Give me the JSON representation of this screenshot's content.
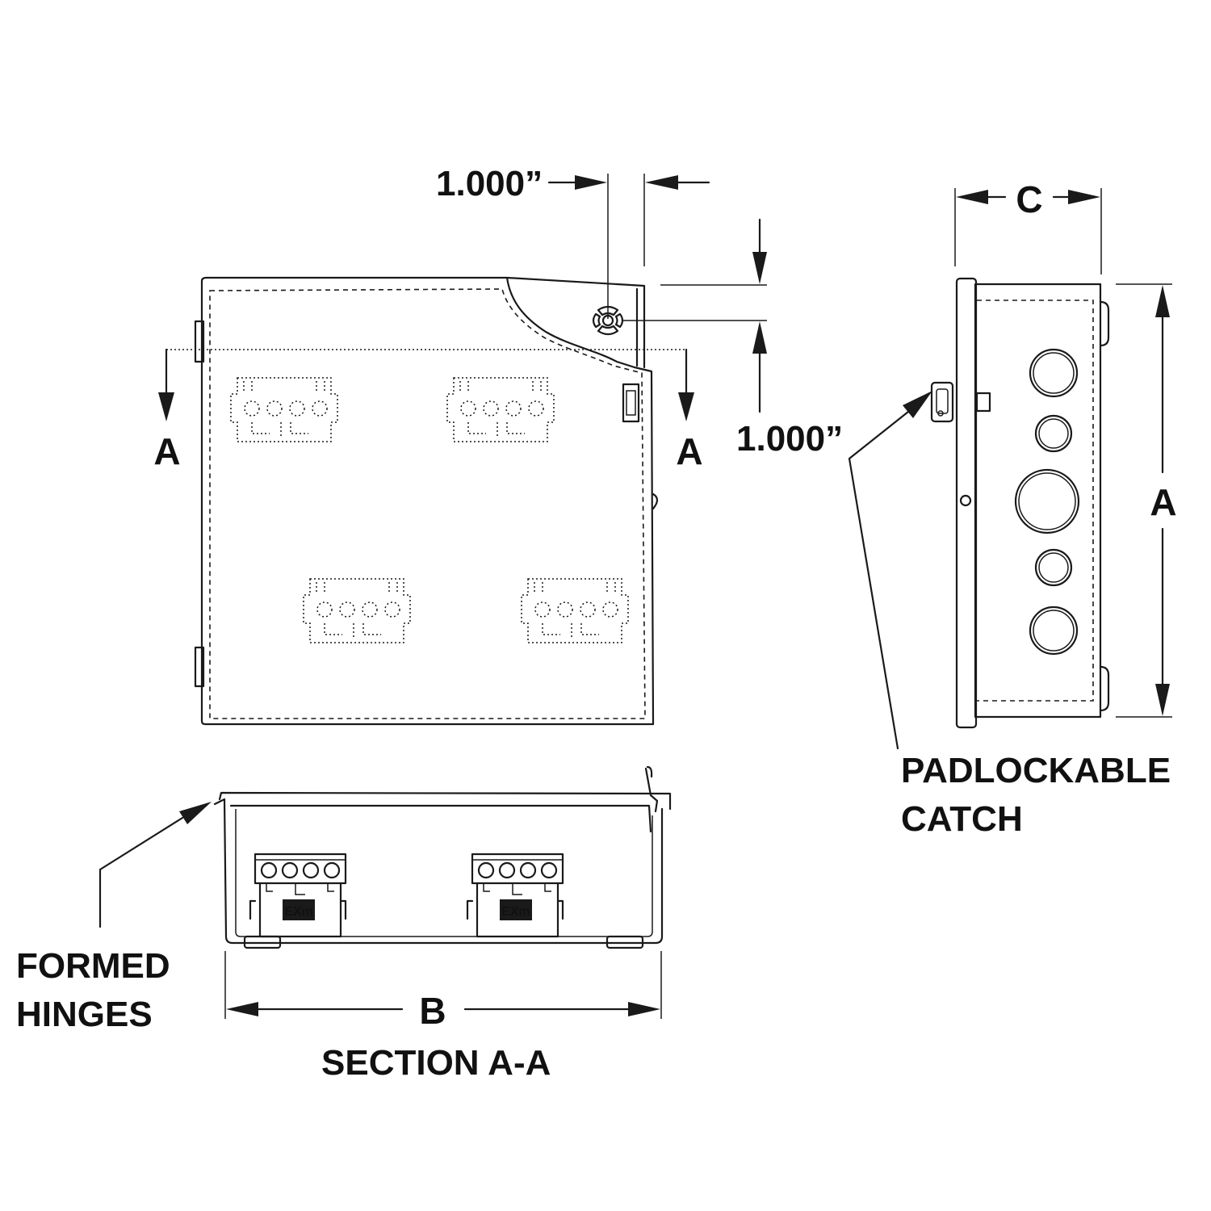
{
  "dimensions": {
    "hinge_offset_label": "1.000”",
    "catch_offset_label": "1.000”",
    "height_label": "A",
    "width_label": "B",
    "depth_label": "C"
  },
  "section_marks": {
    "left": "A",
    "right": "A"
  },
  "callouts": {
    "padlock_line1": "PADLOCKABLE",
    "padlock_line2": "CATCH",
    "hinge_line1": "FORMED",
    "hinge_line2": "HINGES"
  },
  "section_title": "SECTION A-A",
  "logo_text": "EXm",
  "colors": {
    "ink": "#1a1a1a",
    "paper": "#ffffff"
  }
}
